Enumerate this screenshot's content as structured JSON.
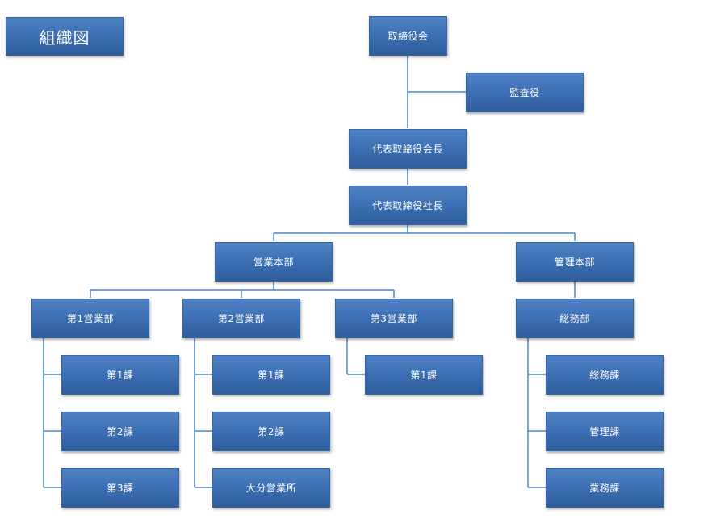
{
  "title": "組織図",
  "colors": {
    "box": "#3a6db1",
    "line": "#4a86c8",
    "text": "#ffffff"
  },
  "nodes": {
    "board": "取締役会",
    "auditor": "監査役",
    "chairman": "代表取締役会長",
    "president": "代表取締役社長",
    "sales_hq": "営業本部",
    "admin_hq": "管理本部",
    "sales1": "第1営業部",
    "sales2": "第2営業部",
    "sales3": "第3営業部",
    "general_affairs": "総務部",
    "sales1_sec1": "第1課",
    "sales1_sec2": "第2課",
    "sales1_sec3": "第3課",
    "sales2_sec1": "第1課",
    "sales2_sec2": "第2課",
    "sales2_oita": "大分営業所",
    "sales3_sec1": "第1課",
    "ga_sec_general": "総務課",
    "ga_sec_admin": "管理課",
    "ga_sec_business": "業務課"
  }
}
